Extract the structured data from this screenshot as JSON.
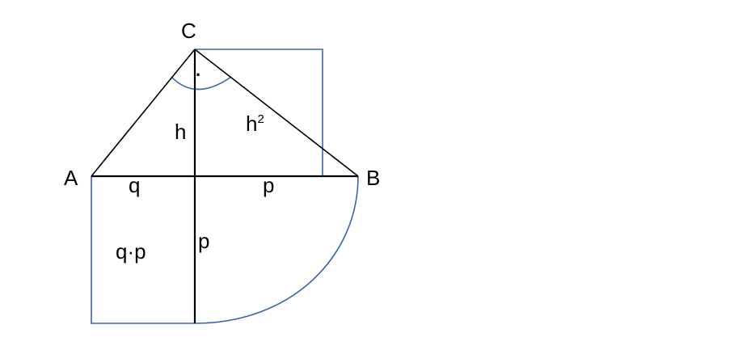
{
  "diagram": {
    "labels": {
      "vertex_a": "A",
      "vertex_b": "B",
      "vertex_c": "C",
      "height": "h",
      "height_square_base": "h",
      "height_square_exp": "2",
      "segment_q": "q",
      "segment_p": "p",
      "segment_p_vertical": "p",
      "rectangle_product": "q·p",
      "right_angle_mark": "."
    },
    "colors": {
      "triangle": "#000000",
      "construction": "#3a66a6",
      "background": "#ffffff"
    }
  }
}
